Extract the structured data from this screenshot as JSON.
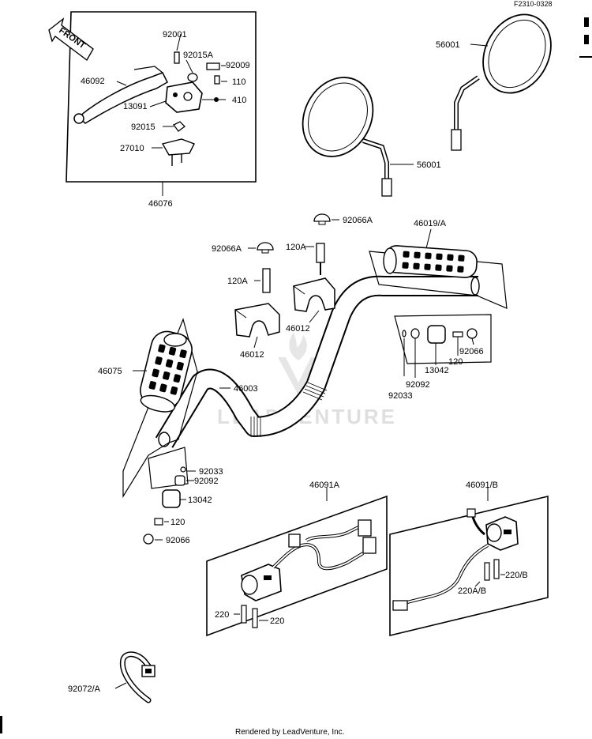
{
  "header": {
    "diagram_code": "F2310-0328"
  },
  "footer": {
    "rendered_by": "Rendered by LeadVenture, Inc."
  },
  "watermark": {
    "text": "LEADVENTURE"
  },
  "front_arrow": {
    "text": "FRONT"
  },
  "labels": {
    "p92001": "92001",
    "p92015A": "92015A",
    "p92009": "92009",
    "p46092": "46092",
    "p110": "110",
    "p13091": "13091",
    "p410": "410",
    "p92015": "92015",
    "p27010": "27010",
    "p46076": "46076",
    "p56001_top": "56001",
    "p56001_left": "56001",
    "p92066A_top": "92066A",
    "p46019A": "46019/A",
    "p92066A_left": "92066A",
    "p120A_right": "120A",
    "p120A_left": "120A",
    "p46012_right": "46012",
    "p46012_left": "46012",
    "p92066_right": "92066",
    "p120_right": "120",
    "p13042_right": "13042",
    "p92092_right": "92092",
    "p92033_right": "92033",
    "p46075": "46075",
    "p46003": "46003",
    "p92033_left": "92033",
    "p92092_left": "92092",
    "p13042_left": "13042",
    "p120_left": "120",
    "p92066_left": "92066",
    "p46091A": "46091A",
    "p46091B": "46091/B",
    "p220_a": "220",
    "p220_b": "220",
    "p220B": "220/B",
    "p220AB": "220A/B",
    "p92072A": "92072/A"
  }
}
